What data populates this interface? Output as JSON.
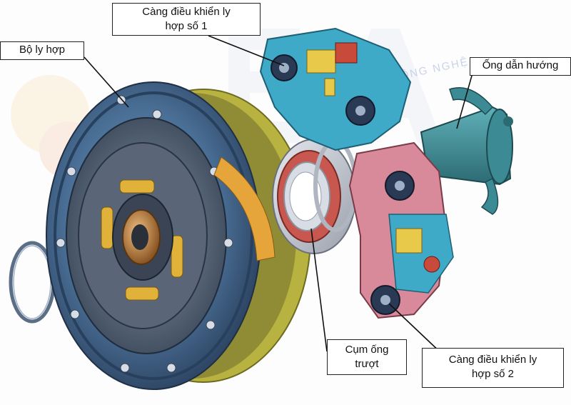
{
  "labels": {
    "clutch_pack": "Bộ ly hợp",
    "fork_1_line1": "Càng điều khiển ly",
    "fork_1_line2": "hợp số 1",
    "guide_tube": "Ống dẫn hướng",
    "slide_sleeve_line1": "Cụm ống",
    "slide_sleeve_line2": "trượt",
    "fork_2_line1": "Càng điều khiển ly",
    "fork_2_line2": "hợp số 2"
  },
  "watermark": {
    "text": "ÔNG NGHỆ"
  },
  "colors": {
    "housing_blue": "#4a6f96",
    "housing_dark": "#2a3f5c",
    "rim_yellow": "#c9c64a",
    "fork_cyan": "#3fa9c8",
    "fork_pink": "#d98a9a",
    "spring_yellow": "#e0b23a",
    "hub_orange": "#c8813f",
    "tube_teal": "#3c8a94"
  }
}
